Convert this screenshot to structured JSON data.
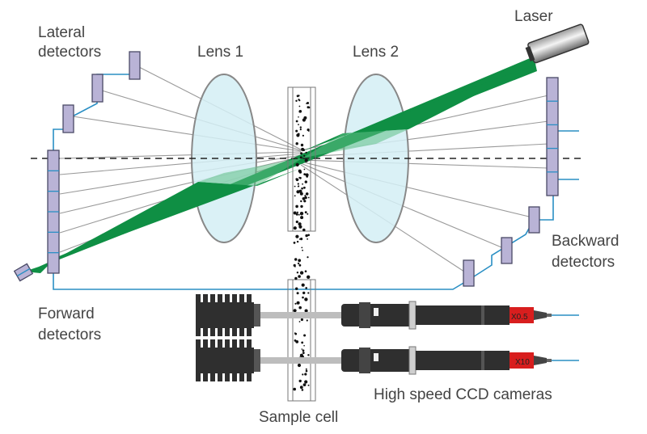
{
  "labels": {
    "laser": "Laser",
    "lateral_line1": "Lateral",
    "lateral_line2": "detectors",
    "lens1": "Lens 1",
    "lens2": "Lens 2",
    "backward_line1": "Backward",
    "backward_line2": "detectors",
    "forward_line1": "Forward",
    "forward_line2": "detectors",
    "cameras": "High speed CCD cameras",
    "sample_cell": "Sample cell",
    "zoom_top": "X0.5",
    "zoom_bottom": "X10"
  },
  "colors": {
    "beam": "#0f8f44",
    "beam_light": "#5fbf87",
    "lens_fill": "#d3eef5",
    "lens_stroke": "#888888",
    "detector_fill": "#b9b3d6",
    "detector_stroke": "#4a4a66",
    "wire": "#2a8fc4",
    "ray": "#9a9a9a",
    "camera_body": "#2f2f2f",
    "zoom_box": "#d81e1e"
  },
  "icons": {
    "laser": "laser-cylinder-icon",
    "detector": "detector-bar-icon",
    "camera": "ccd-camera-icon"
  }
}
